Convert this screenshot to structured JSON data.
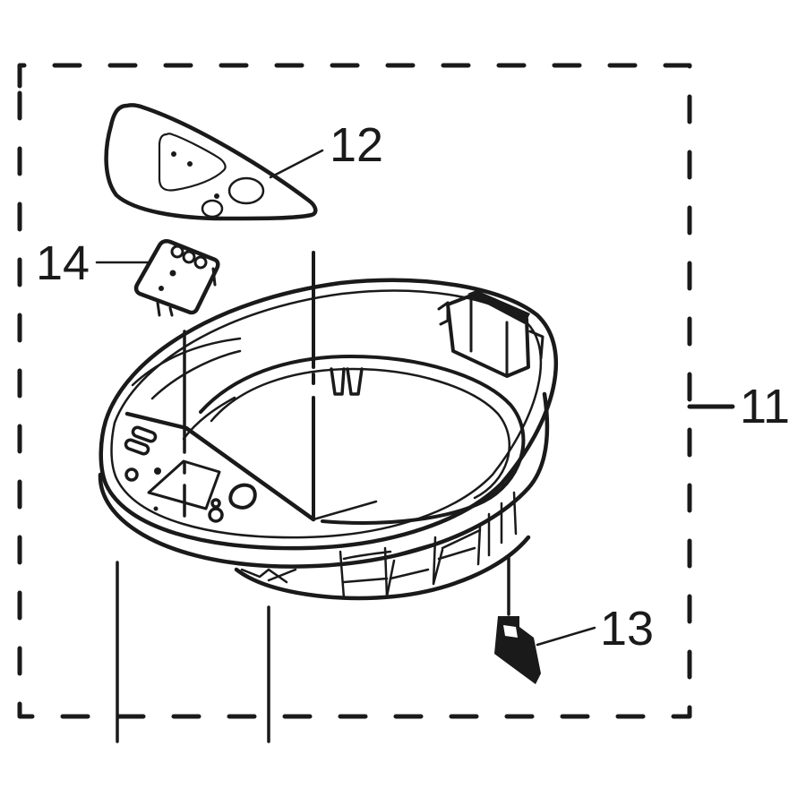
{
  "diagram": {
    "type": "exploded-parts-diagram",
    "assembly": {
      "label": "11",
      "description": "Control panel housing / upper ring assembly (dashed group boundary)"
    },
    "parts": [
      {
        "label": "12",
        "description": "Control panel overlay (curved label sheet with triangular window and two round button openings)"
      },
      {
        "label": "14",
        "description": "Small switch block with three round contacts"
      },
      {
        "label": "13",
        "description": "Small clip / connector bracket"
      }
    ],
    "colors": {
      "ink": "#1a1a1a",
      "background": "#ffffff"
    }
  }
}
